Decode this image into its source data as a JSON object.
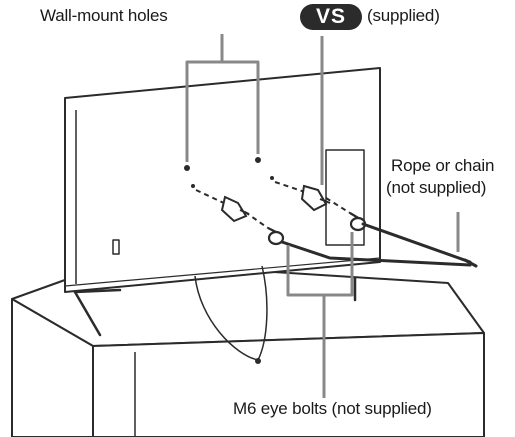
{
  "labels": {
    "wall_mount_holes": "Wall-mount holes",
    "part_code": "VS",
    "supplied": "(supplied)",
    "rope_or_chain": "Rope or chain",
    "not_supplied": "(not supplied)",
    "eye_bolts": "M6 eye bolts (not supplied)"
  },
  "colors": {
    "line": "#2b2b2b",
    "badge": "#2b2b2b",
    "leader": "#888888",
    "background": "#ffffff"
  }
}
